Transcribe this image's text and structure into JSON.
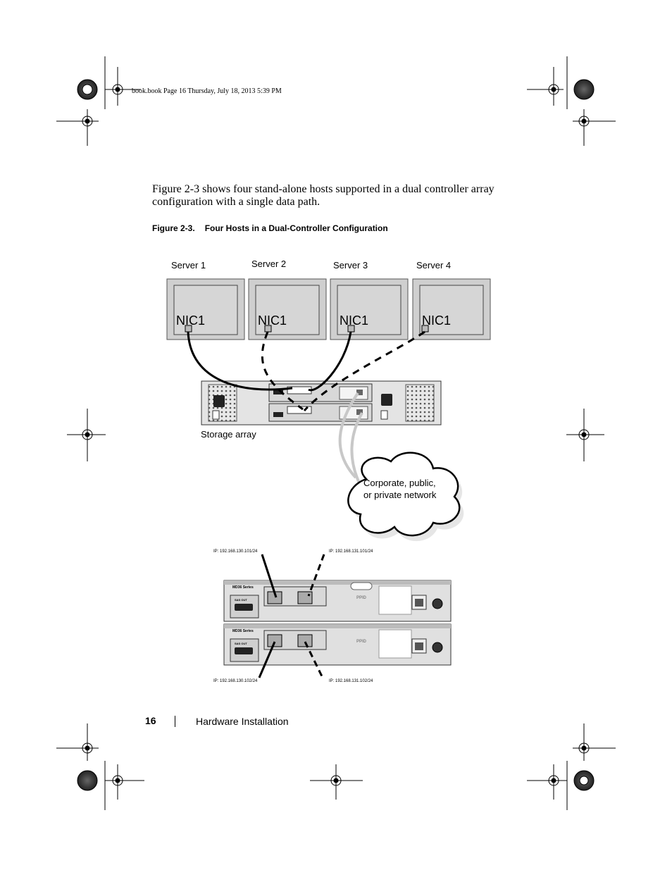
{
  "header_stamp": "book.book  Page 16  Thursday, July 18, 2013  5:39 PM",
  "intro_text": "Figure 2-3 shows four stand-alone hosts supported in a dual controller array configuration with a single data path.",
  "figure": {
    "number": "Figure 2-3.",
    "title": "Four Hosts in a Dual-Controller Configuration"
  },
  "servers": [
    {
      "label": "Server 1",
      "nic": "NIC1"
    },
    {
      "label": "Server 2",
      "nic": "NIC1"
    },
    {
      "label": "Server 3",
      "nic": "NIC1"
    },
    {
      "label": "Server 4",
      "nic": "NIC1"
    }
  ],
  "storage_array_label": "Storage array",
  "network_cloud": {
    "line1": "Corporate, public,",
    "line2": "or private network"
  },
  "controller_detail": {
    "series_label": "MD36 Series",
    "sas_out": "SAS OUT",
    "ppid": "PPID",
    "ip_top_left": "IP: 192.168.130.101/24",
    "ip_top_right": "IP: 192.168.131.101/24",
    "ip_bottom_left": "IP: 192.168.130.102/24",
    "ip_bottom_right": "IP: 192.168.131.102/24"
  },
  "footer": {
    "page_number": "16",
    "section": "Hardware Installation"
  }
}
